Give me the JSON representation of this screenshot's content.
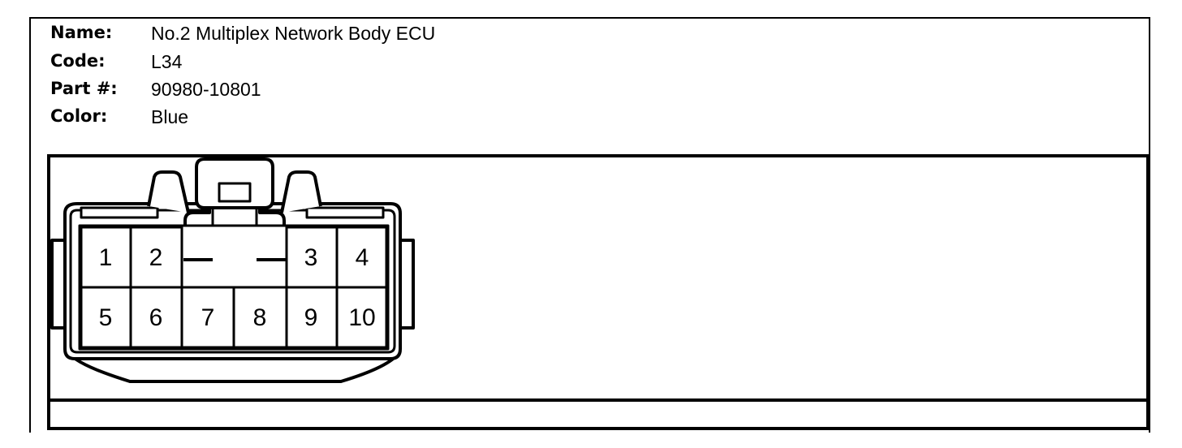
{
  "info": {
    "name_label": "Name:",
    "name_value": "No.2 Multiplex Network Body ECU",
    "code_label": "Code:",
    "code_value": "L34",
    "part_label": "Part #:",
    "part_value": "90980-10801",
    "color_label": "Color:",
    "color_value": "Blue"
  },
  "connector": {
    "pins": [
      "1",
      "2",
      "3",
      "4",
      "5",
      "6",
      "7",
      "8",
      "9",
      "10"
    ]
  }
}
